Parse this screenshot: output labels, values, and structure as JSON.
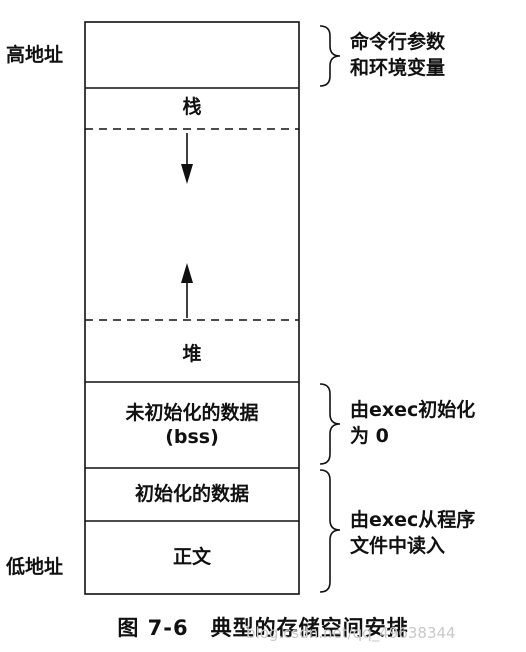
{
  "addresses": {
    "high": "高地址",
    "low": "低地址"
  },
  "segments": {
    "env": "",
    "stack": "栈",
    "heap": "堆",
    "bss_line1": "未初始化的数据",
    "bss_line2": "(bss)",
    "data": "初始化的数据",
    "text": "正文"
  },
  "annotations": {
    "env_line1": "命令行参数",
    "env_line2": "和环境变量",
    "bss_line1": "由exec初始化",
    "bss_line2": "为 0",
    "text_line1": "由exec从程序",
    "text_line2": "文件中读入"
  },
  "caption": {
    "number": "图 7-6",
    "title": "典型的存储空间安排"
  },
  "watermark": "blog.csdn.net/qq_49638344"
}
